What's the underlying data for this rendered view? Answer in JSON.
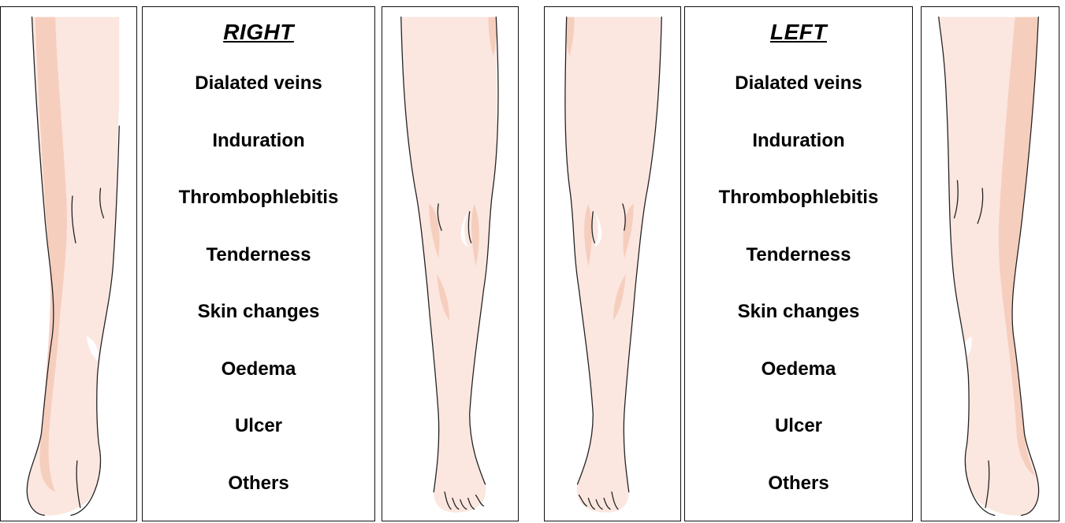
{
  "right": {
    "heading": "RIGHT",
    "items": [
      "Dialated veins",
      "Induration",
      "Thrombophlebitis",
      "Tenderness",
      "Skin changes",
      "Oedema",
      "Ulcer",
      "Others"
    ]
  },
  "left": {
    "heading": "LEFT",
    "items": [
      "Dialated veins",
      "Induration",
      "Thrombophlebitis",
      "Tenderness",
      "Skin changes",
      "Oedema",
      "Ulcer",
      "Others"
    ]
  },
  "colors": {
    "skin": "#fbe7df",
    "shade": "#f5c9b8",
    "outline": "#222222"
  }
}
